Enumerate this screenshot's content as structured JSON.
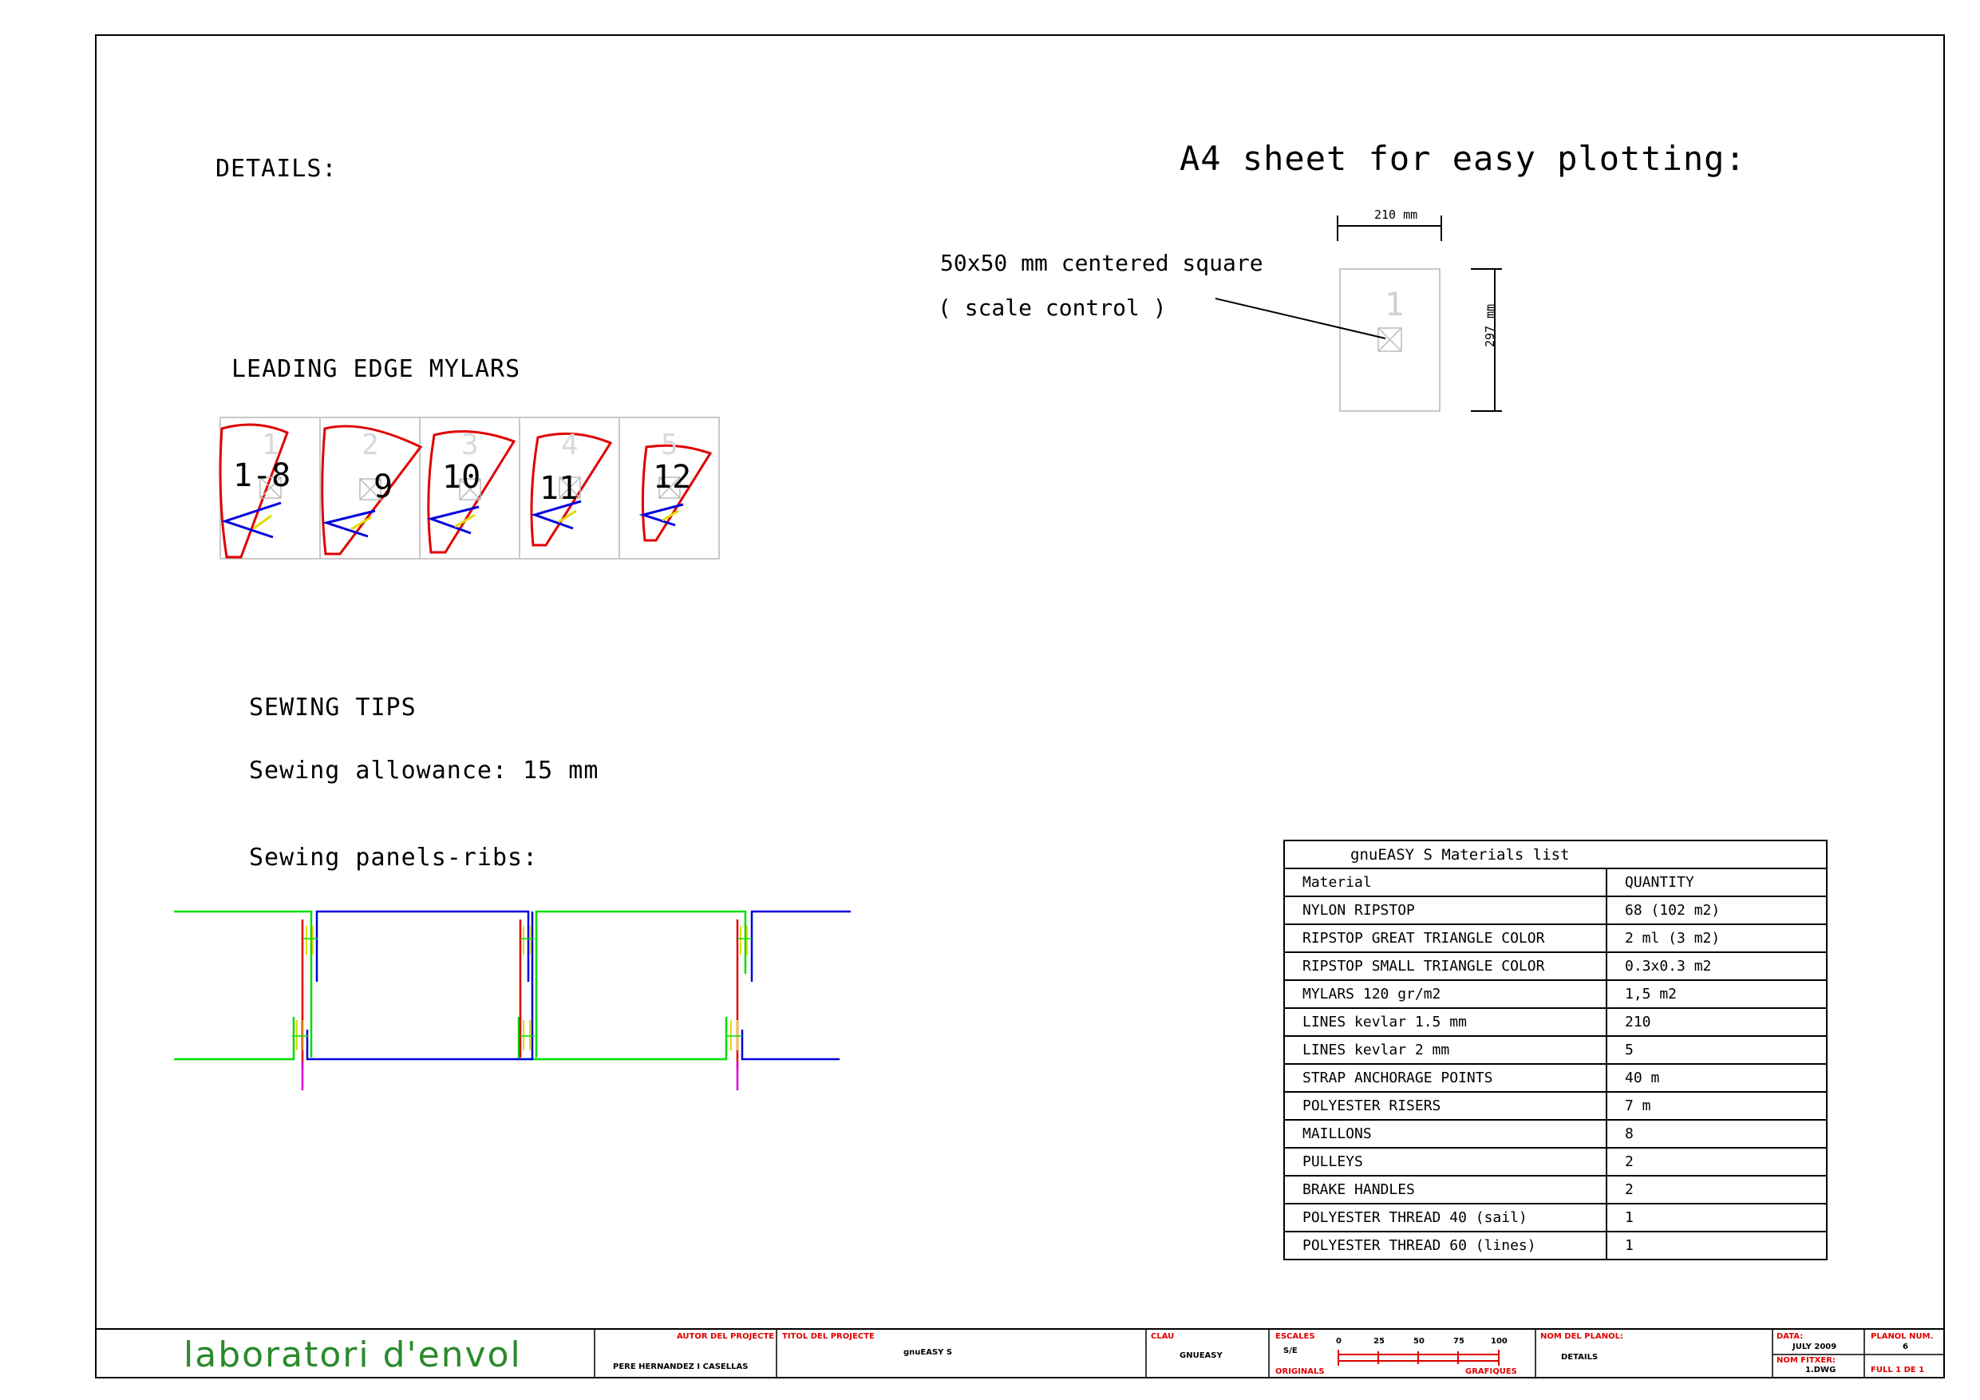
{
  "headings": {
    "details": "DETAILS:",
    "a4_title": "A4 sheet for easy plotting:",
    "leading_edge": "LEADING EDGE MYLARS",
    "sewing_tips": "SEWING TIPS",
    "sewing_allowance": "Sewing allowance: 15 mm",
    "sewing_panels": "Sewing panels-ribs:"
  },
  "a4": {
    "width_label": "210 mm",
    "height_label": "297 mm",
    "page_number": "1",
    "note_line1": "50x50 mm centered square",
    "note_line2": "( scale control )"
  },
  "mylars": [
    {
      "number": "1",
      "label": "1-8"
    },
    {
      "number": "2",
      "label": "9"
    },
    {
      "number": "3",
      "label": "10"
    },
    {
      "number": "4",
      "label": "11"
    },
    {
      "number": "5",
      "label": "12"
    }
  ],
  "materials": {
    "title": "gnuEASY S Materials list",
    "headers": [
      "Material",
      "QUANTITY"
    ],
    "rows": [
      [
        "NYLON RIPSTOP",
        "68 (102 m2)"
      ],
      [
        "RIPSTOP GREAT TRIANGLE COLOR",
        "2 ml (3 m2)"
      ],
      [
        "RIPSTOP SMALL TRIANGLE COLOR",
        "0.3x0.3 m2"
      ],
      [
        "MYLARS 120 gr/m2",
        "1,5 m2"
      ],
      [
        "LINES kevlar 1.5 mm",
        "210"
      ],
      [
        "LINES kevlar 2 mm",
        "5"
      ],
      [
        "STRAP ANCHORAGE POINTS",
        "40 m"
      ],
      [
        "POLYESTER RISERS",
        "7 m"
      ],
      [
        "MAILLONS",
        "8"
      ],
      [
        "PULLEYS",
        "2"
      ],
      [
        "BRAKE HANDLES",
        "2"
      ],
      [
        "POLYESTER THREAD 40 (sail)",
        "1"
      ],
      [
        "POLYESTER THREAD 60 (lines)",
        "1"
      ]
    ]
  },
  "title_block": {
    "brand": "laboratori d'envol",
    "author_label": "AUTOR DEL PROJECTE",
    "author": "PERE HERNANDEZ I CASELLAS",
    "project_label": "TITOL DEL PROJECTE",
    "project": "gnuEASY S",
    "key_label": "CLAU",
    "key": "GNUEASY",
    "scales_label": "ESCALES",
    "scale_value": "S/E",
    "originals_label": "ORIGINALS",
    "graphics_label": "GRAFIQUES",
    "scale_ticks": [
      "0",
      "25",
      "50",
      "75",
      "100"
    ],
    "plan_name_label": "NOM DEL PLANOL:",
    "plan_name": "DETAILS",
    "date_label": "DATA:",
    "date": "JULY 2009",
    "file_label": "NOM FITXER:",
    "file": "1.DWG",
    "plan_number_label": "PLANOL NUM.",
    "plan_number": "6",
    "sheet_label": "FULL 1 DE 1"
  },
  "colors": {
    "mylar_outline": "#e00000",
    "mylar_line": "#0000dd",
    "rib": "#e00000",
    "panel_a": "#00dd00",
    "panel_b": "#0000dd",
    "stitch": "#dddd00",
    "tab": "#dd00dd",
    "brand": "#2a8a2a"
  },
  "icons": {
    "scale_square": "crossed-square-icon"
  }
}
